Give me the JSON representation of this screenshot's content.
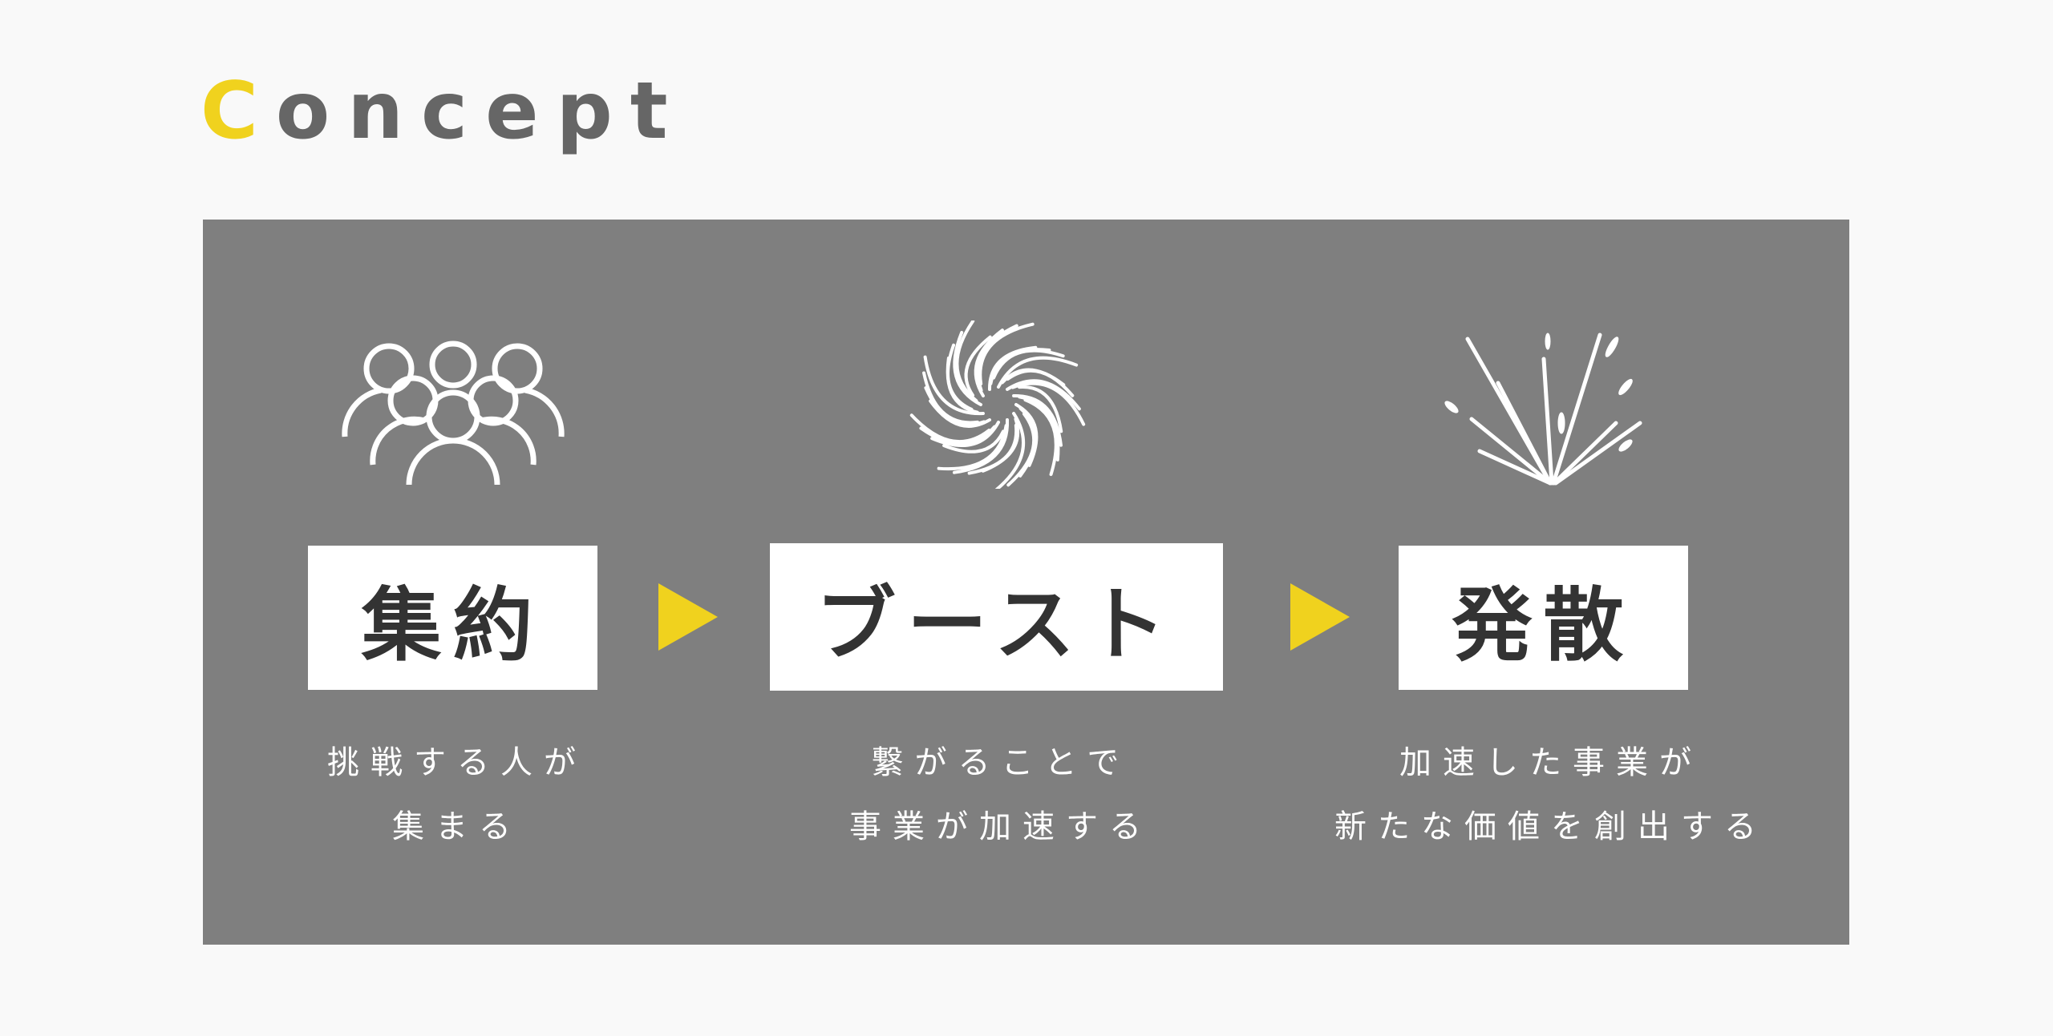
{
  "title": {
    "first_letter": "C",
    "rest": "oncept"
  },
  "accent_color": "#f0d21e",
  "steps": [
    {
      "icon": "people-group-icon",
      "label": "集約",
      "caption": [
        "挑戦する人が",
        "集まる"
      ]
    },
    {
      "icon": "swirl-icon",
      "label": "ブースト",
      "caption": [
        "繋がることで",
        "事業が加速する"
      ]
    },
    {
      "icon": "burst-icon",
      "label": "発散",
      "caption": [
        "加速した事業が",
        "新たな価値を創出する"
      ]
    }
  ]
}
